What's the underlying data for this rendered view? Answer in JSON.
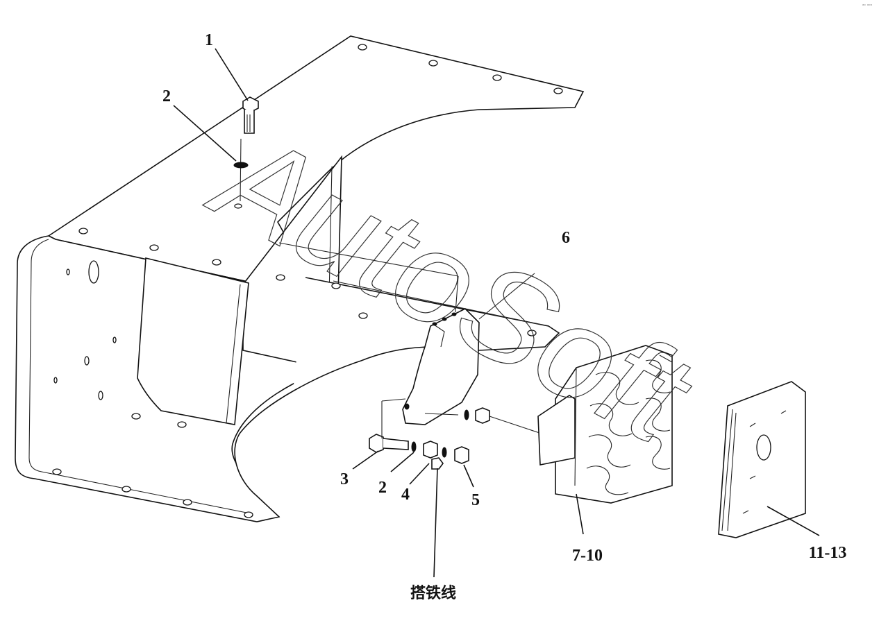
{
  "diagram": {
    "watermark": "AutoSoft",
    "corner_mark": "ᵃᵒ ᵅᵅᵅ",
    "callouts": [
      {
        "id": "c1",
        "text": "1"
      },
      {
        "id": "c2a",
        "text": "2"
      },
      {
        "id": "c6",
        "text": "6"
      },
      {
        "id": "c3",
        "text": "3"
      },
      {
        "id": "c2b",
        "text": "2"
      },
      {
        "id": "c4",
        "text": "4"
      },
      {
        "id": "c5",
        "text": "5"
      },
      {
        "id": "c710",
        "text": "7-10"
      },
      {
        "id": "c1113",
        "text": "11-13"
      },
      {
        "id": "cground",
        "text": "搭铁线"
      }
    ]
  }
}
